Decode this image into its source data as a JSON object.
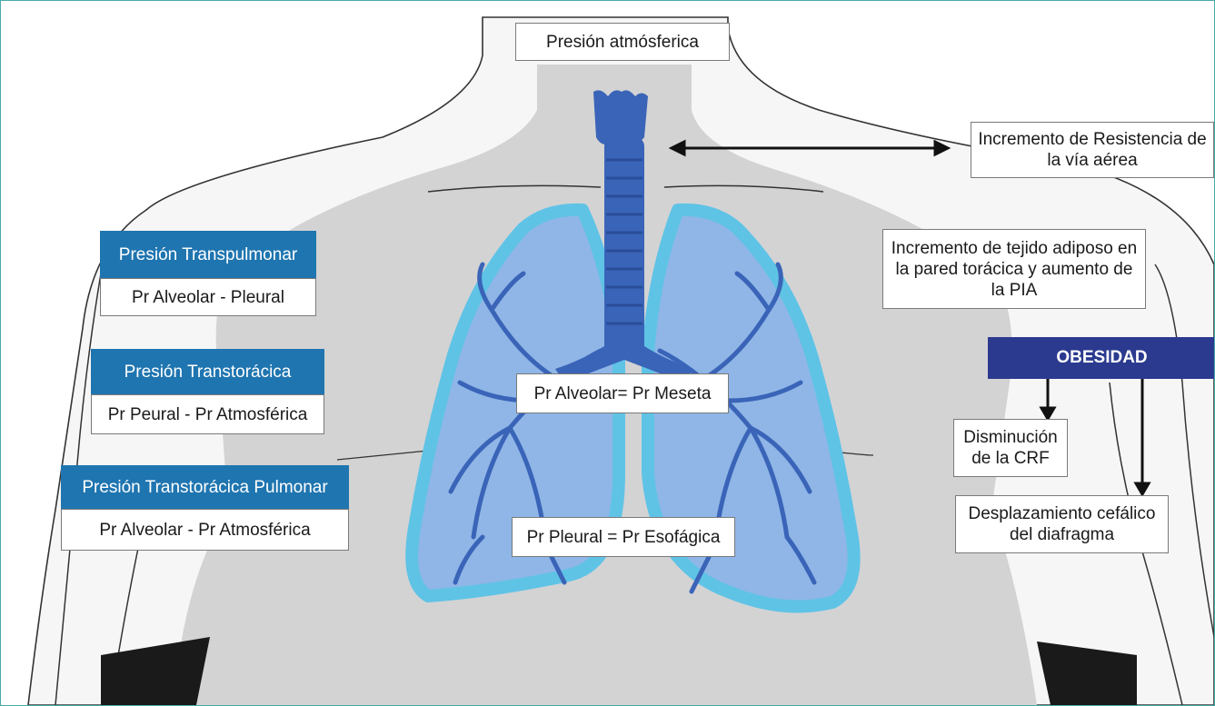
{
  "labels": {
    "atmospheric": "Presión atmósferica",
    "resistance": "Incremento de Resistencia de la vía aérea",
    "adipose": "Incremento de tejido adiposo en la pared torácica y aumento de la PIA",
    "obesity": "OBESIDAD",
    "crf": "Disminución de la CRF",
    "diaphragm": "Desplazamiento cefálico del diafragma",
    "alveolar_plateau": "Pr Alveolar= Pr Meseta",
    "pleural_esophageal": "Pr Pleural = Pr Esofágica"
  },
  "pressures": [
    {
      "title": "Presión Transpulmonar",
      "formula": "Pr Alveolar - Pleural"
    },
    {
      "title": "Presión Transtorácica",
      "formula": "Pr Peural - Pr Atmosférica"
    },
    {
      "title": "Presión Transtorácica Pulmonar",
      "formula": "Pr Alveolar - Pr Atmosférica"
    }
  ],
  "colors": {
    "header_blue": "#1f75b0",
    "obesity_navy": "#2b3a8f",
    "lung_fill": "#8fb6e6",
    "pleura": "#5fc3e6",
    "airway": "#3a64b8",
    "body_gray": "#cfcfcf"
  }
}
